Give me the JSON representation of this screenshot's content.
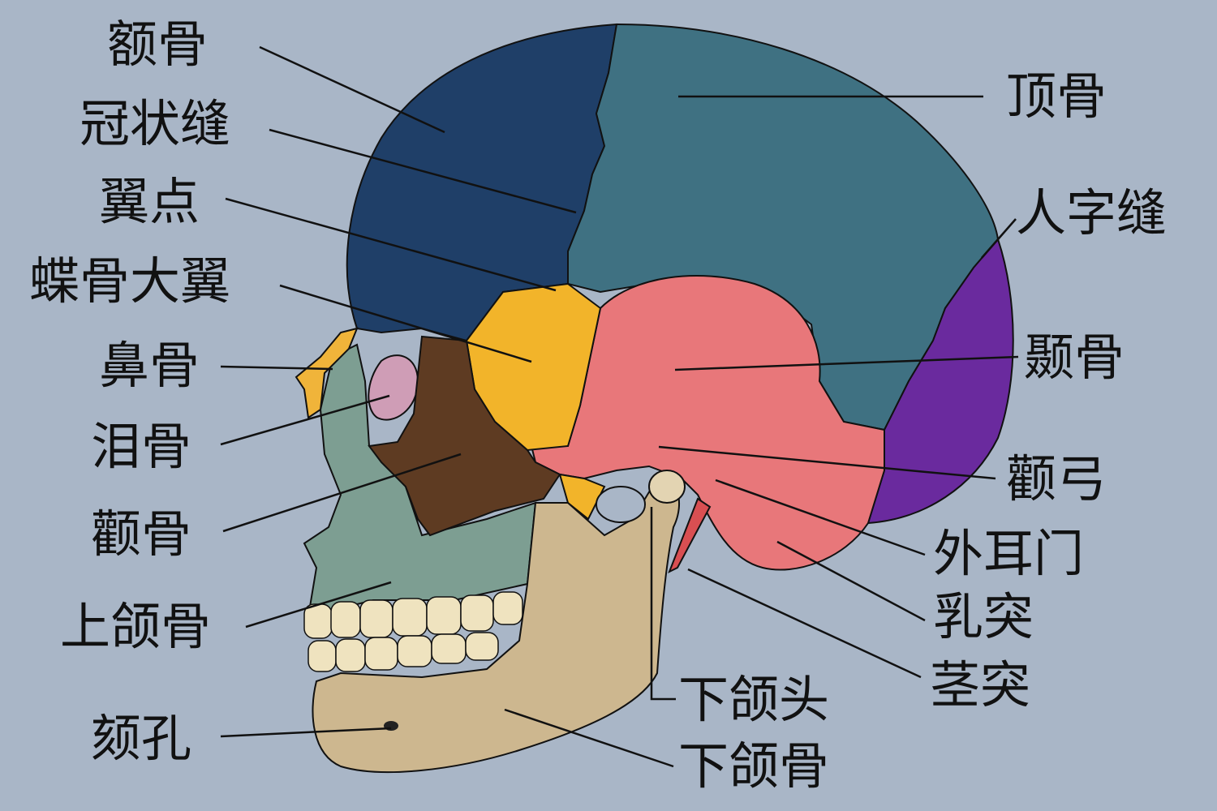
{
  "labels": {
    "frontal": "额骨",
    "coronal_suture": "冠状缝",
    "pterion": "翼点",
    "greater_wing_sphenoid": "蝶骨大翼",
    "nasal": "鼻骨",
    "lacrimal": "泪骨",
    "zygomatic": "颧骨",
    "maxilla": "上颌骨",
    "mental_foramen": "颏孔",
    "parietal": "顶骨",
    "lambdoid_suture": "人字缝",
    "temporal": "颞骨",
    "zygomatic_arch": "颧弓",
    "external_acoustic_meatus": "外耳门",
    "mastoid_process": "乳突",
    "styloid_process": "茎突",
    "mandibular_head": "下颌头",
    "mandible": "下颌骨"
  },
  "colors": {
    "background": "#a9b6c7",
    "frontal": "#1f3f68",
    "parietal": "#3f7182",
    "occipital": "#6a2a9e",
    "temporal": "#e8777a",
    "sphenoid": "#f2b42a",
    "zygomatic": "#5e3b22",
    "maxilla": "#7d9e92",
    "nasal": "#f0b43a",
    "lacrimal": "#cf9db6",
    "mandible": "#cdb78f",
    "teeth": "#efe3bf"
  }
}
